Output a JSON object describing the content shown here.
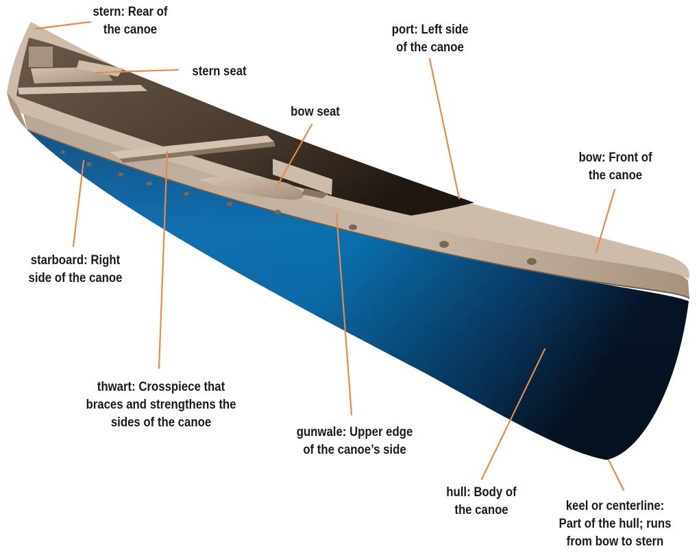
{
  "colors": {
    "leader": "#e8894a",
    "hull_light": "#0a74b8",
    "hull_dark": "#0a1a33",
    "gunwale": "#c9b7a3",
    "interior": "#5a4a3c",
    "text": "#1a1a1a"
  },
  "labels": {
    "stern": {
      "lines": [
        "stern: Rear of",
        "the canoe"
      ]
    },
    "stern_seat": {
      "lines": [
        "stern seat"
      ]
    },
    "port": {
      "lines": [
        "port: Left side",
        "of the canoe"
      ]
    },
    "bow_seat": {
      "lines": [
        "bow seat"
      ]
    },
    "bow": {
      "lines": [
        "bow: Front of",
        "the canoe"
      ]
    },
    "starboard": {
      "lines": [
        "starboard: Right",
        "side of the canoe"
      ]
    },
    "thwart": {
      "lines": [
        "thwart: Crosspiece that",
        "braces and strengthens the",
        "sides of the canoe"
      ]
    },
    "gunwale": {
      "lines": [
        "gunwale: Upper edge",
        "of the canoe’s side"
      ]
    },
    "hull": {
      "lines": [
        "hull: Body of",
        "the canoe"
      ]
    },
    "keel": {
      "lines": [
        "keel or centerline:",
        "Part of the hull; runs",
        "from bow to stern"
      ]
    }
  }
}
